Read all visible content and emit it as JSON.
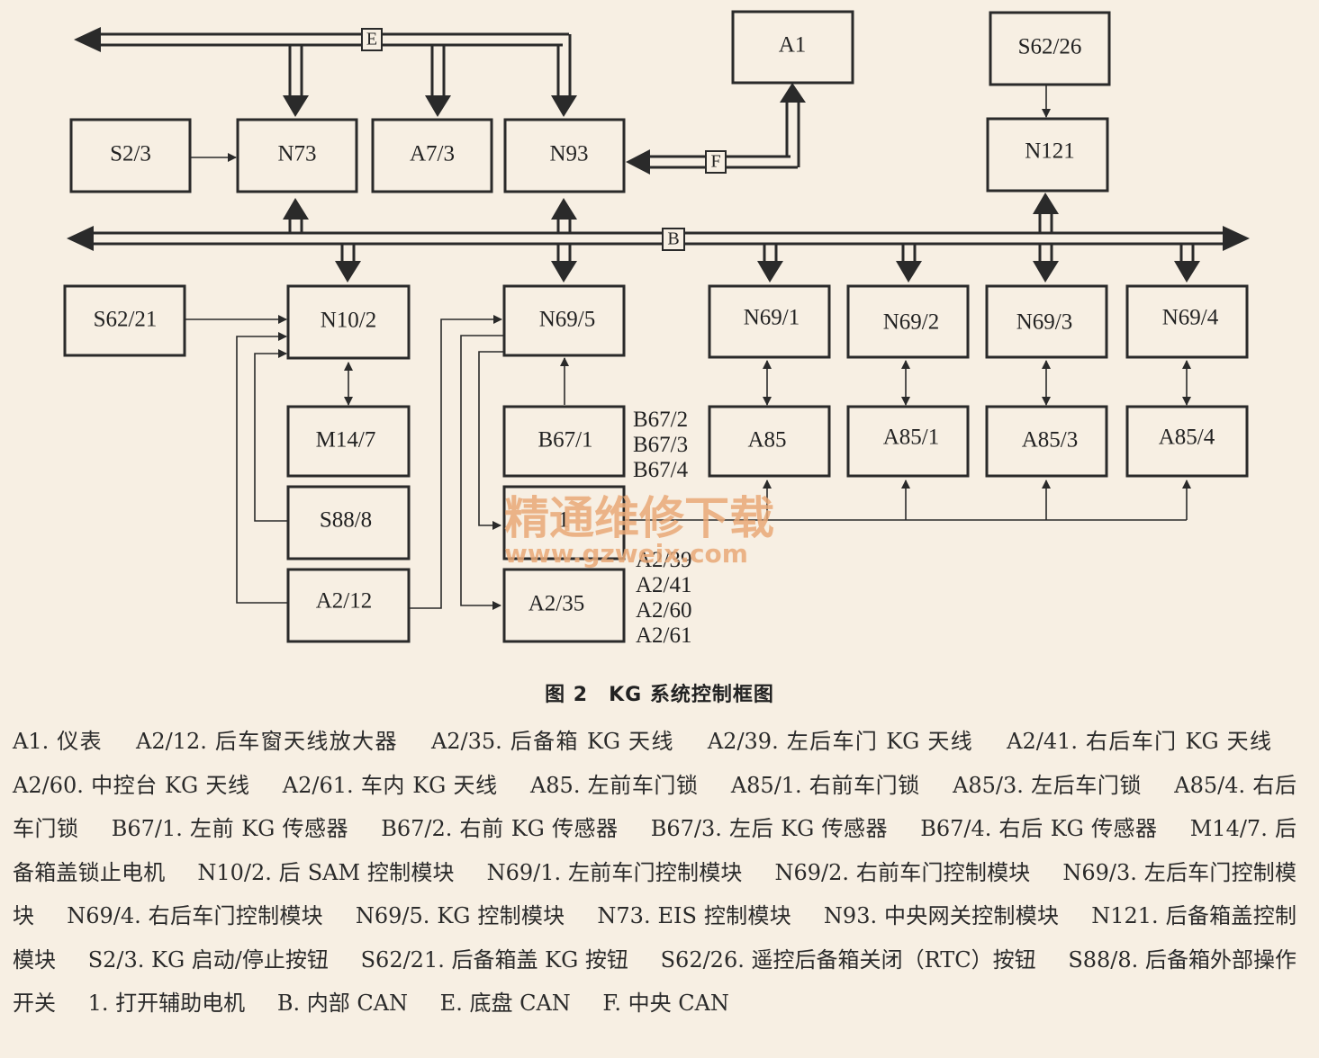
{
  "boxes": {
    "A1": "A1",
    "S62_26": "S62/26",
    "S2_3": "S2/3",
    "N73": "N73",
    "A7_3": "A7/3",
    "N93": "N93",
    "N121": "N121",
    "S62_21": "S62/21",
    "N10_2": "N10/2",
    "N69_5": "N69/5",
    "N69_1": "N69/1",
    "N69_2": "N69/2",
    "N69_3": "N69/3",
    "N69_4": "N69/4",
    "M14_7": "M14/7",
    "B67_1": "B67/1",
    "A85": "A85",
    "A85_1": "A85/1",
    "A85_3": "A85/3",
    "A85_4": "A85/4",
    "S88_8": "S88/8",
    "box_1": "1",
    "A2_12": "A2/12",
    "A2_35": "A2/35"
  },
  "side_labels": {
    "b67_2": "B67/2",
    "b67_3": "B67/3",
    "b67_4": "B67/4",
    "a2_39": "A2/39",
    "a2_41": "A2/41",
    "a2_60": "A2/60",
    "a2_61": "A2/61"
  },
  "buses": {
    "E": "E",
    "B": "B",
    "F": "F"
  },
  "watermark": {
    "line1": "精通维修下载",
    "line2": "www.gzweix.com"
  },
  "caption": "图 2　KG 系统控制框图",
  "legend": [
    "A1. 仪表",
    "A2/12. 后车窗天线放大器",
    "A2/35. 后备箱 KG 天线",
    "A2/39. 左后车门 KG 天线",
    "A2/41. 右后车门 KG 天线",
    "A2/60. 中控台 KG 天线",
    "A2/61. 车内 KG 天线",
    "A85. 左前车门锁",
    "A85/1. 右前车门锁",
    "A85/3. 左后车门锁",
    "A85/4. 右后车门锁",
    "B67/1. 左前 KG 传感器",
    "B67/2. 右前 KG 传感器",
    "B67/3. 左后 KG 传感器",
    "B67/4. 右后 KG 传感器",
    "M14/7. 后备箱盖锁止电机",
    "N10/2. 后 SAM 控制模块",
    "N69/1. 左前车门控制模块",
    "N69/2. 右前车门控制模块",
    "N69/3. 左后车门控制模块",
    "N69/4. 右后车门控制模块",
    "N69/5. KG 控制模块",
    "N73. EIS 控制模块",
    "N93. 中央网关控制模块",
    "N121. 后备箱盖控制模块",
    "S2/3. KG 启动/停止按钮",
    "S62/21. 后备箱盖 KG 按钮",
    "S62/26. 遥控后备箱关闭（RTC）按钮",
    "S88/8. 后备箱外部操作开关",
    "1. 打开辅助电机",
    "B. 内部 CAN",
    "E. 底盘 CAN",
    "F. 中央 CAN"
  ]
}
